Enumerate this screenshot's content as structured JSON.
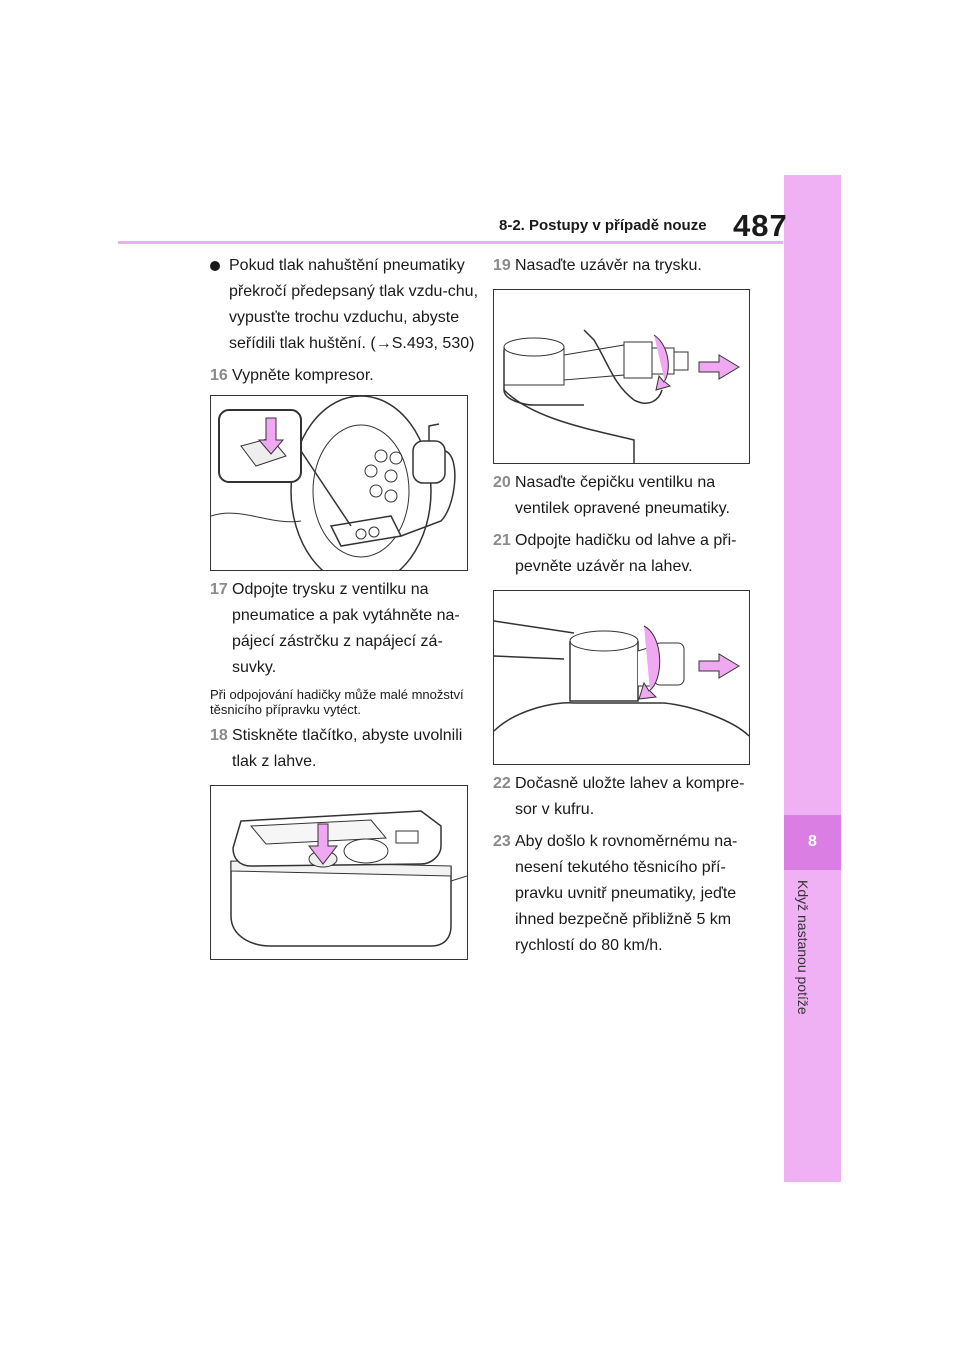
{
  "header": {
    "section": "8-2. Postupy v případě nouze",
    "page_number": "487"
  },
  "side_tab": {
    "chapter_number": "8",
    "chapter_title": "Když nastanou potíže"
  },
  "colors": {
    "tab": "#efb0f4",
    "tab_dark": "#da7ee3",
    "arrow": "#f0a8f2",
    "rule": "#e7b2ec"
  },
  "left": {
    "bullet": "Pokud tlak nahuštění pneumatiky překročí předepsaný tlak vzdu-chu, vypusťte trochu vzduchu, abyste seřídili tlak huštění. (→S.493, 530)",
    "step16": {
      "num": "16",
      "text": "Vypněte kompresor."
    },
    "step17": {
      "num": "17",
      "text": "Odpojte trysku z ventilku na pneumatice a pak vytáhněte na-pájecí zástrčku z napájecí zá-suvky."
    },
    "note": "Při odpojování hadičky může malé množství těsnicího přípravku vytéct.",
    "step18": {
      "num": "18",
      "text": "Stiskněte tlačítko, abyste uvolnili tlak z lahve."
    }
  },
  "right": {
    "step19": {
      "num": "19",
      "text": "Nasaďte uzávěr na trysku."
    },
    "step20": {
      "num": "20",
      "text": "Nasaďte čepičku ventilku na ventilek opravené pneumatiky."
    },
    "step21": {
      "num": "21",
      "text": "Odpojte hadičku od lahve a při-pevněte uzávěr na lahev."
    },
    "step22": {
      "num": "22",
      "text": "Dočasně uložte lahev a kompre-sor v kufru."
    },
    "step23": {
      "num": "23",
      "text": "Aby došlo k rovnoměrnému na-nesení tekutého těsnicího pří-pravku uvnitř pneumatiky, jeďte ihned bezpečně přibližně 5 km rychlostí do 80 km/h."
    }
  }
}
